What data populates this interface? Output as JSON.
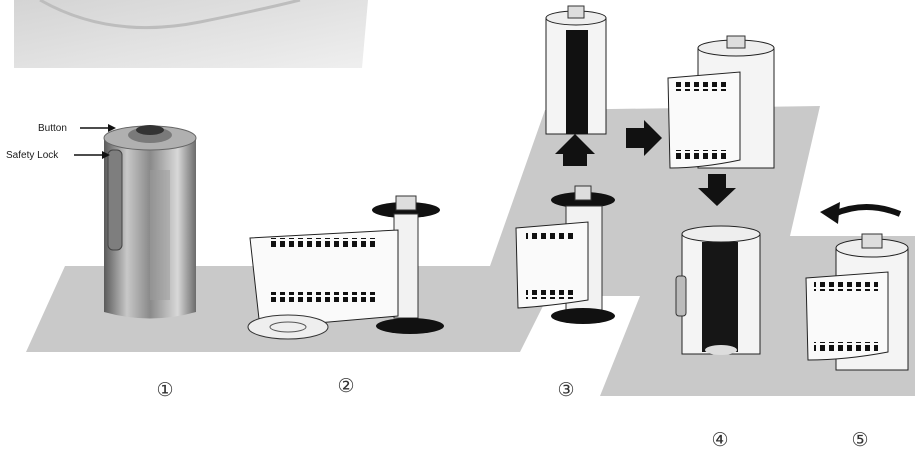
{
  "labels": {
    "button": "Button",
    "safety_lock": "Safety Lock"
  },
  "steps": [
    {
      "number": "①"
    },
    {
      "number": "②"
    },
    {
      "number": "③"
    },
    {
      "number": "④"
    },
    {
      "number": "⑤"
    }
  ],
  "colors": {
    "floor": "#c9c9c9",
    "canister_metal": "#9a9a9a",
    "film_dark": "#1b1b1b",
    "arrow": "#111111"
  }
}
